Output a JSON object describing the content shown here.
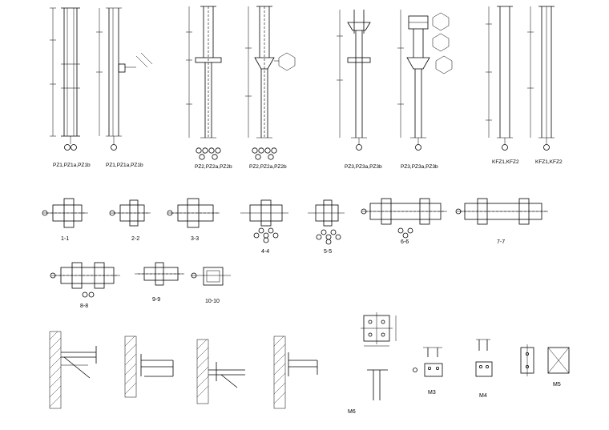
{
  "elevation_labels": {
    "pz1_front": "PZ1,PZ1a,PZ1b",
    "pz1_side": "PZ1,PZ1a,PZ1b",
    "pz2_front": "PZ2,PZ2a,PZ2b",
    "pz2_side": "PZ2,PZ2a,PZ2b",
    "pz3_front": "PZ3,PZ3a,PZ3b",
    "pz3_side": "PZ3,PZ3a,PZ3b",
    "kfz_front": "KFZ1,KFZ2",
    "kfz_side": "KFZ1,KFZ2"
  },
  "section_labels": [
    "1-1",
    "2-2",
    "3-3",
    "4-4",
    "5-5",
    "6-6",
    "7-7",
    "8-8",
    "9-9",
    "10-10"
  ],
  "part_labels": {
    "m3": "M3",
    "m4": "M4",
    "m5": "M5",
    "m6": "M6"
  }
}
